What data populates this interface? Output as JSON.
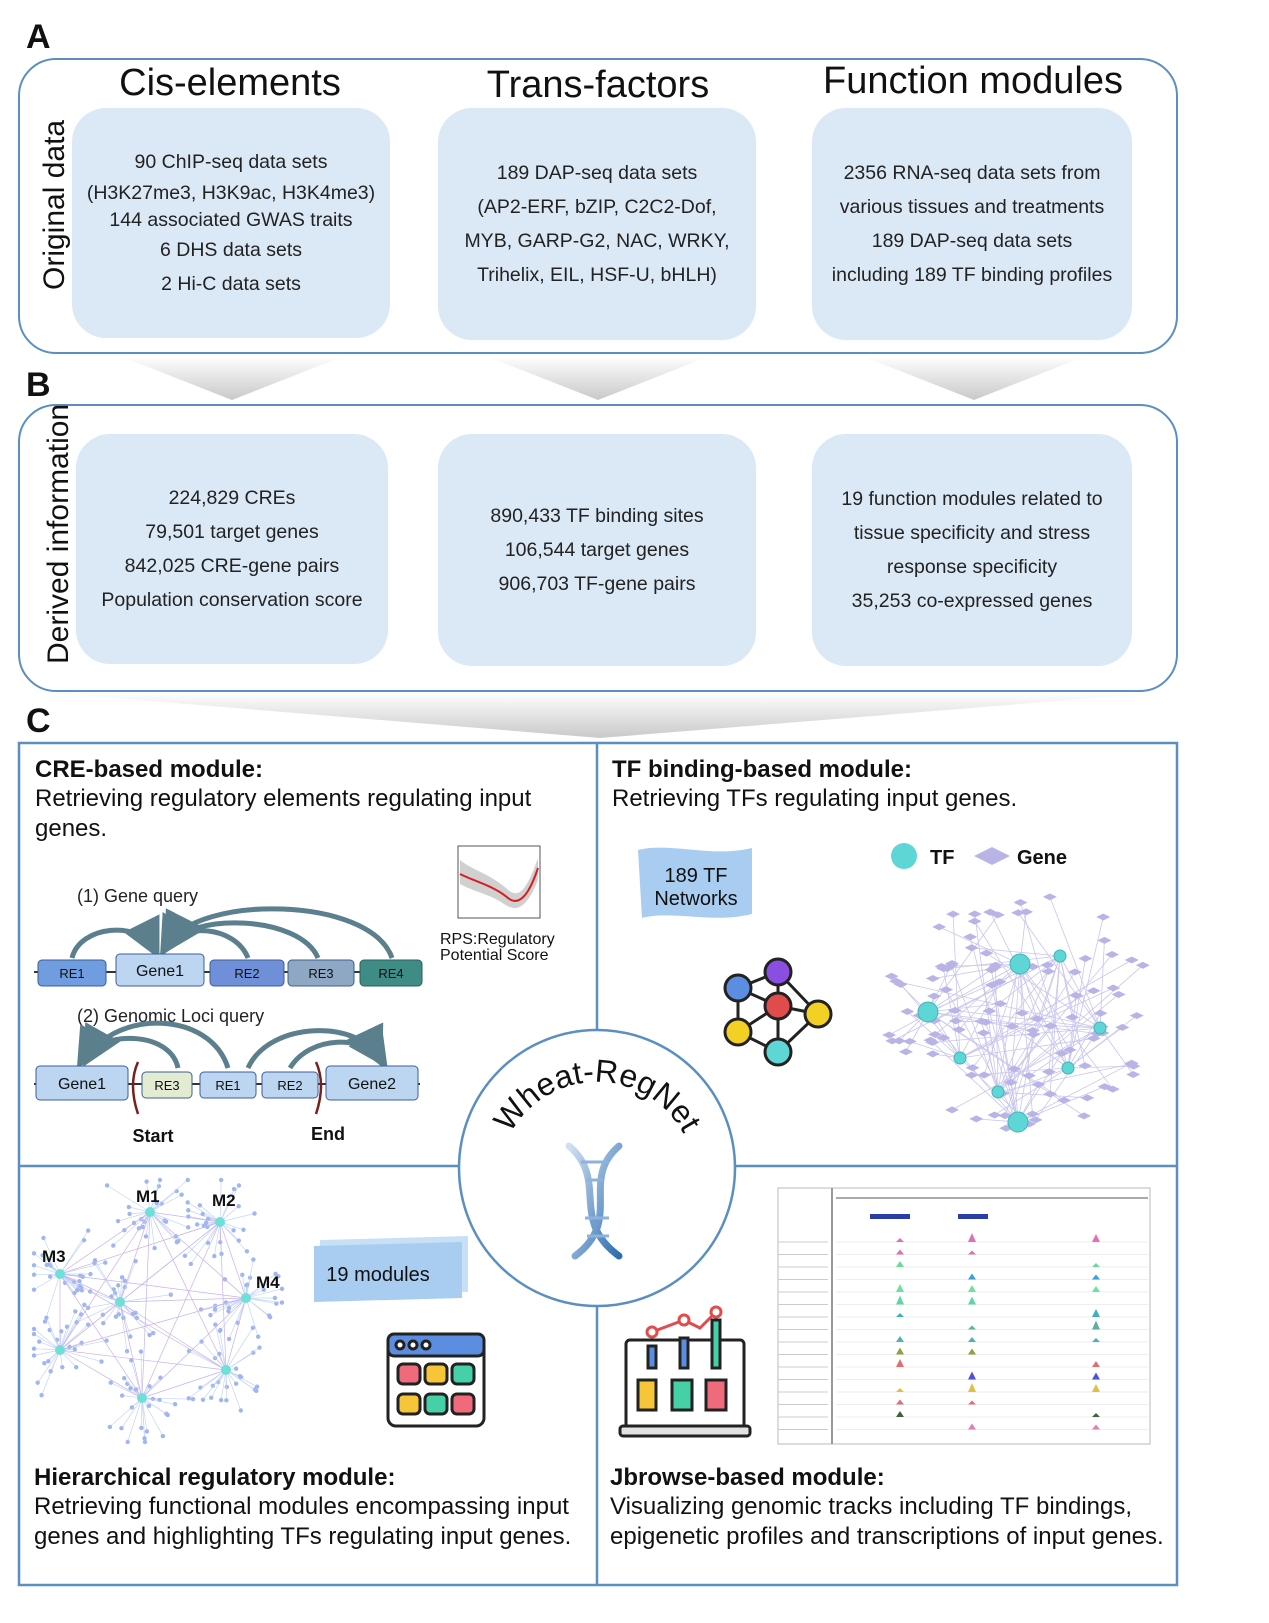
{
  "panel_letters": {
    "a": "A",
    "b": "B",
    "c": "C"
  },
  "panel_a": {
    "side_label": "Original data",
    "columns": [
      {
        "title": "Cis-elements",
        "lines": [
          "90 ChIP-seq data sets",
          "(H3K27me3, H3K9ac, H3K4me3)",
          "144 associated GWAS traits",
          "6 DHS data sets",
          "2 Hi-C data sets"
        ]
      },
      {
        "title": "Trans-factors",
        "lines": [
          "189 DAP-seq data sets",
          "(AP2-ERF, bZIP, C2C2-Dof,",
          "MYB, GARP-G2, NAC, WRKY,",
          "Trihelix, EIL, HSF-U, bHLH)"
        ]
      },
      {
        "title": "Function modules",
        "lines": [
          "2356 RNA-seq data sets from",
          "various tissues and treatments",
          "189 DAP-seq data sets",
          "including 189 TF binding profiles"
        ]
      }
    ]
  },
  "panel_b": {
    "side_label": "Derived information",
    "cards": [
      {
        "lines": [
          "224,829 CREs",
          "79,501 target genes",
          "842,025 CRE-gene pairs",
          "Population conservation score"
        ]
      },
      {
        "lines": [
          "890,433 TF binding sites",
          "106,544 target genes",
          "906,703 TF-gene pairs"
        ]
      },
      {
        "lines": [
          "19 function modules related to",
          "tissue specificity and stress",
          "response specificity",
          "35,253 co-expressed genes"
        ]
      }
    ]
  },
  "panel_c": {
    "center_label": "Wheat-RegNet",
    "cre_module": {
      "title": "CRE-based module:",
      "desc": "Retrieving regulatory elements regulating input genes.",
      "gene_query_label": "(1) Gene query",
      "loci_query_label": "(2) Genomic Loci query",
      "gene_query_boxes": [
        "RE1",
        "Gene1",
        "RE2",
        "RE3",
        "RE4"
      ],
      "loci_query_boxes": [
        "Gene1",
        "RE3",
        "RE1",
        "RE2",
        "Gene2"
      ],
      "start_label": "Start",
      "end_label": "End",
      "rps_label_line1": "RPS:Regulatory",
      "rps_label_line2": "Potential Score"
    },
    "tf_module": {
      "title": "TF binding-based module:",
      "desc": "Retrieving TFs regulating input genes.",
      "flag_line1": "189 TF",
      "flag_line2": "Networks",
      "legend_tf": "TF",
      "legend_gene": "Gene"
    },
    "hier_module": {
      "title": "Hierarchical regulatory module:",
      "desc_line1": "Retrieving functional modules encompassing input",
      "desc_line2": "genes and highlighting TFs regulating input genes.",
      "flag_label": "19 modules",
      "module_labels": [
        "M1",
        "M2",
        "M3",
        "M4"
      ]
    },
    "jbrowse_module": {
      "title": "Jbrowse-based module:",
      "desc_line1": "Visualizing genomic tracks including TF bindings,",
      "desc_line2": "epigenetic profiles and transcriptions of input genes."
    }
  },
  "colors": {
    "border": "#5b8fc0",
    "card_fill": "#dbe8f6",
    "tf_node": "#5fd6d6",
    "gene_node": "#b9b4e6",
    "curve_red": "#d42020"
  }
}
